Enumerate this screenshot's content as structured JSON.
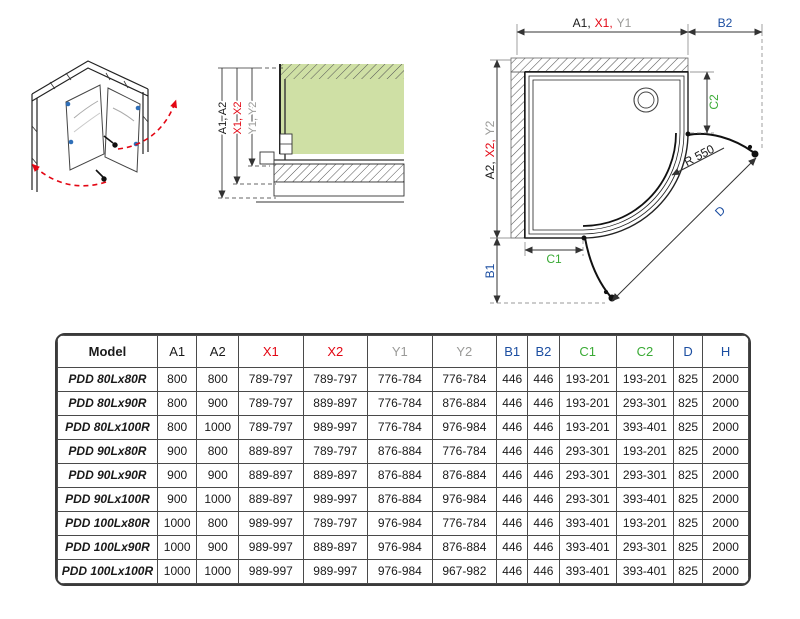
{
  "colors": {
    "ink": "#1a1a1a",
    "red": "#e30613",
    "gray": "#9a9a98",
    "blue": "#1c4ea1",
    "green": "#3aaa35",
    "panel_green": "#cfe0a5"
  },
  "section": {
    "a": "A1, A2",
    "x": "X1, X2",
    "y": "Y1, Y2"
  },
  "plan": {
    "a1": "A1,",
    "x1": "X1,",
    "y1": "Y1",
    "b2": "B2",
    "a2": "A2,",
    "x2": "X2,",
    "y2": "Y2",
    "b1": "B1",
    "c1": "C1",
    "c2": "C2",
    "d": "D",
    "radius": "R 550"
  },
  "table": {
    "header": [
      {
        "label": "Model",
        "color": "black"
      },
      {
        "label": "A1",
        "color": "black"
      },
      {
        "label": "A2",
        "color": "black"
      },
      {
        "label": "X1",
        "color": "red"
      },
      {
        "label": "X2",
        "color": "red"
      },
      {
        "label": "Y1",
        "color": "gray"
      },
      {
        "label": "Y2",
        "color": "gray"
      },
      {
        "label": "B1",
        "color": "blue"
      },
      {
        "label": "B2",
        "color": "blue"
      },
      {
        "label": "C1",
        "color": "green"
      },
      {
        "label": "C2",
        "color": "green"
      },
      {
        "label": "D",
        "color": "blue"
      },
      {
        "label": "H",
        "color": "blue"
      }
    ],
    "rows": [
      [
        "PDD 80Lx80R",
        "800",
        "800",
        "789-797",
        "789-797",
        "776-784",
        "776-784",
        "446",
        "446",
        "193-201",
        "193-201",
        "825",
        "2000"
      ],
      [
        "PDD 80Lx90R",
        "800",
        "900",
        "789-797",
        "889-897",
        "776-784",
        "876-884",
        "446",
        "446",
        "193-201",
        "293-301",
        "825",
        "2000"
      ],
      [
        "PDD 80Lx100R",
        "800",
        "1000",
        "789-797",
        "989-997",
        "776-784",
        "976-984",
        "446",
        "446",
        "193-201",
        "393-401",
        "825",
        "2000"
      ],
      [
        "PDD 90Lx80R",
        "900",
        "800",
        "889-897",
        "789-797",
        "876-884",
        "776-784",
        "446",
        "446",
        "293-301",
        "193-201",
        "825",
        "2000"
      ],
      [
        "PDD 90Lx90R",
        "900",
        "900",
        "889-897",
        "889-897",
        "876-884",
        "876-884",
        "446",
        "446",
        "293-301",
        "293-301",
        "825",
        "2000"
      ],
      [
        "PDD 90Lx100R",
        "900",
        "1000",
        "889-897",
        "989-997",
        "876-884",
        "976-984",
        "446",
        "446",
        "293-301",
        "393-401",
        "825",
        "2000"
      ],
      [
        "PDD 100Lx80R",
        "1000",
        "800",
        "989-997",
        "789-797",
        "976-984",
        "776-784",
        "446",
        "446",
        "393-401",
        "193-201",
        "825",
        "2000"
      ],
      [
        "PDD 100Lx90R",
        "1000",
        "900",
        "989-997",
        "889-897",
        "976-984",
        "876-884",
        "446",
        "446",
        "393-401",
        "293-301",
        "825",
        "2000"
      ],
      [
        "PDD 100Lx100R",
        "1000",
        "1000",
        "989-997",
        "989-997",
        "976-984",
        "967-982",
        "446",
        "446",
        "393-401",
        "393-401",
        "825",
        "2000"
      ]
    ]
  }
}
